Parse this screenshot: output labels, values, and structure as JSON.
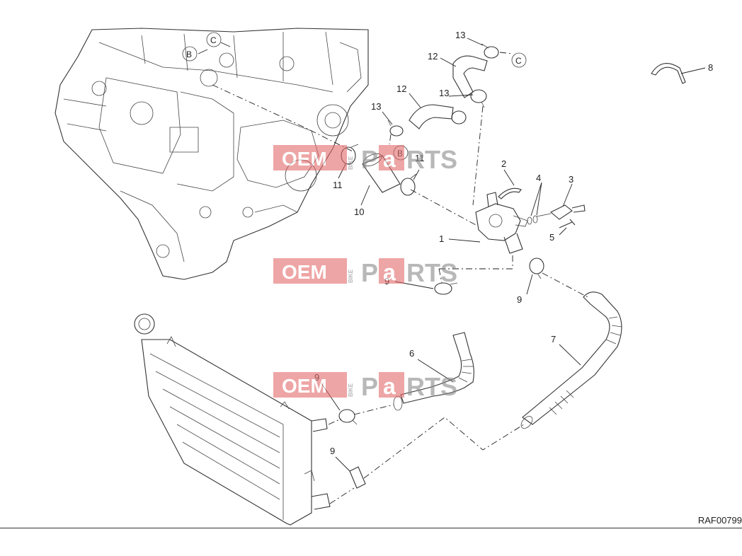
{
  "diagram": {
    "reference_code": "RAF00799",
    "colors": {
      "line": "#333333",
      "watermark_block": "#e36a6a",
      "watermark_text_grey": "#8a8a8a"
    },
    "watermark": {
      "oem": "OEM",
      "bike": "BIKE",
      "parts_p": "P",
      "parts_a": "a",
      "parts_rest": "RTS"
    },
    "callouts": {
      "c1": "1",
      "c2": "2",
      "c3": "3",
      "c4": "4",
      "c5": "5",
      "c6": "6",
      "c7": "7",
      "c8": "8",
      "c9a": "9",
      "c9b": "9",
      "c9c": "9",
      "c9d": "9",
      "c10": "10",
      "c11a": "11",
      "c11b": "11",
      "c12a": "12",
      "c12b": "12",
      "c13a": "13",
      "c13b": "13",
      "c13c": "13"
    },
    "connectors": {
      "b_engine": "B",
      "c_engine": "C",
      "b_hose": "B",
      "c_hose": "C"
    }
  }
}
